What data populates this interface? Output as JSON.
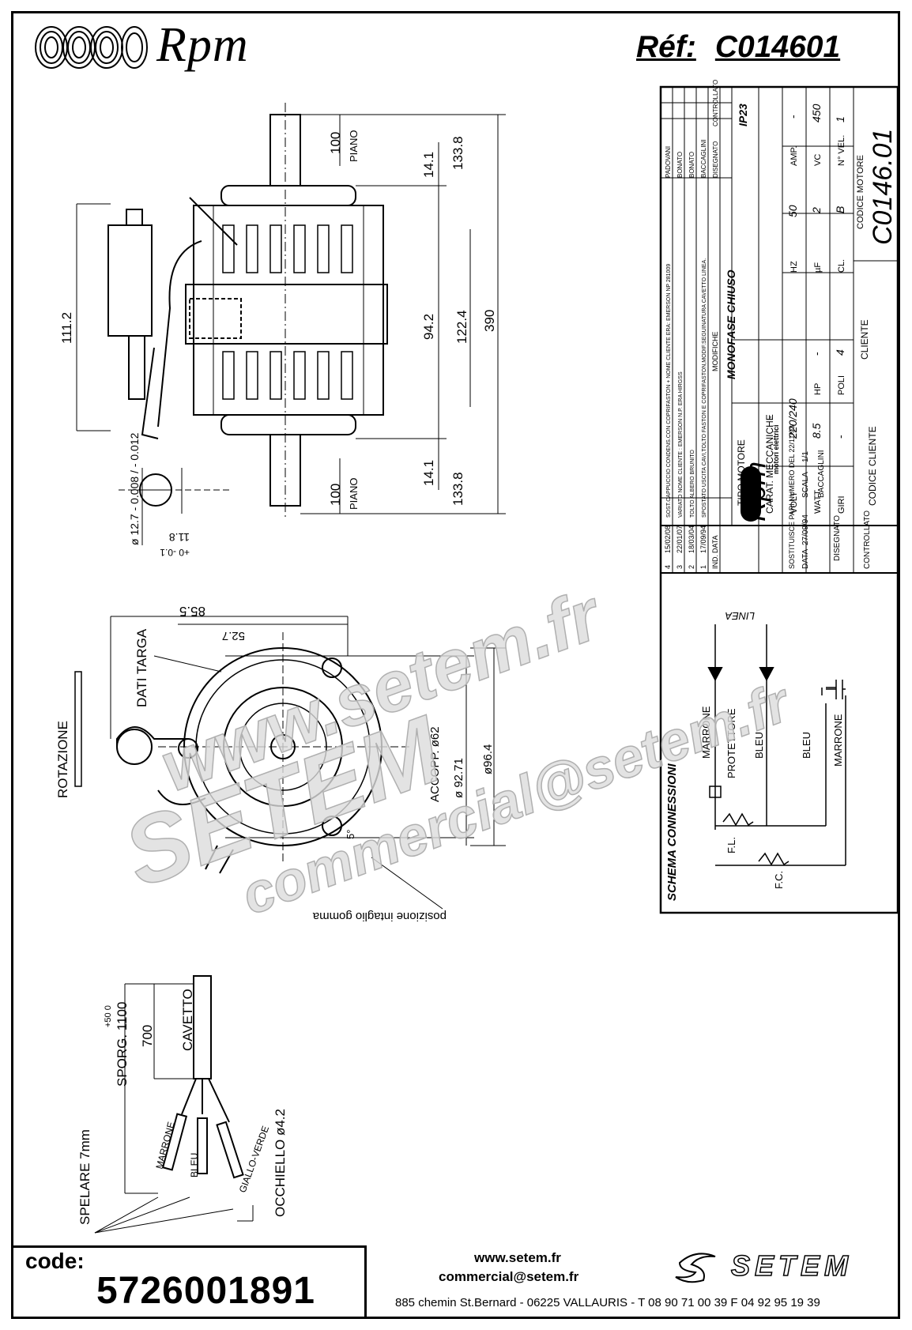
{
  "header": {
    "brand": "Rpm",
    "ref_label": "Réf:",
    "ref_value": "C014601"
  },
  "drawing": {
    "side_view": {
      "dims": [
        "100",
        "PIANO",
        "14.1",
        "133.8",
        "111.2",
        "94.2",
        "122.4",
        "390",
        "14.1",
        "133.8",
        "100",
        "PIANO"
      ],
      "shaft_dia": "ø 12.7 - 0.008 / - 0.012",
      "flat": "11.8",
      "flat_tol": "+0 -0.1"
    },
    "front_view": {
      "labels": {
        "rotation": "ROTAZIONE",
        "dati_targa": "DATI TARGA",
        "dim_85": "85.5",
        "dim_52": "52.7",
        "accopp": "ACCOPP. ø62",
        "d92": "ø 92.71",
        "d96": "ø96.4",
        "five": "5°",
        "gomma": "posizione intaglio gomma"
      }
    },
    "cable": {
      "labels": {
        "sporg": "SPORG. 1100",
        "sporg_tol": "+50 0",
        "d700": "700",
        "cavetto": "CAVETTO",
        "marrone": "MARRONE",
        "bleu": "BLEU",
        "giallo_verde": "GIALLO-VERDE",
        "occhiello": "OCCHIELLO ø4.2",
        "spelare": "SPELARE 7mm"
      }
    }
  },
  "title_block": {
    "revisions": [
      {
        "ind": "4",
        "date": "15/02/08",
        "desc": "SOST.CAPPUCCIO CONDENS.CON COPRIFASTON + NOME CLIENTE ERA: EMERSON NP 281009",
        "by": "PADOVANI"
      },
      {
        "ind": "3",
        "date": "22/01/07",
        "desc": "VARIATO NOME CLIENTE : EMERSON N.P. ERA HIRGSS",
        "by": "BONATO"
      },
      {
        "ind": "2",
        "date": "18/03/04",
        "desc": "TOLTO ALBERO BRUNITO",
        "by": "BONATO"
      },
      {
        "ind": "1",
        "date": "17/09/94",
        "desc": "SPOSTATO USCITA CAVI,TOLTO FASTON E COPRIFASTON,MODIF.SEGUINATURA CAVETTO LINEA.",
        "by": "BACCAGLINI"
      }
    ],
    "rev_header": {
      "ind": "IND.",
      "date": "DATA",
      "desc": "MODIFICHE",
      "dis": "DISEGNATO",
      "contr": "CONTROLLATO"
    },
    "tipo_motore_label": "TIPO MOTORE",
    "tipo_motore": "MONOFASE CHIUSO",
    "ip": "IP23",
    "carat_label": "CARAT. MECCANICHE",
    "carat_value": "-",
    "volt_label": "VOLT",
    "volt": "220/240",
    "hz_label": "HZ",
    "hz": "50",
    "amp_label": "AMP.",
    "amp": "-",
    "watt_label": "WATT",
    "watt": "8.5",
    "hp_label": "HP",
    "hp": "-",
    "uf_label": "µF",
    "uf": "2",
    "vc_label": "VC",
    "vc": "450",
    "giri_label": "GIRI",
    "giri": "-",
    "poli_label": "POLI",
    "poli": "4",
    "cl_label": "CL.",
    "cl": "B",
    "nvel_label": "N° VEL.",
    "nvel": "1",
    "cliente_label": "CLIENTE",
    "codice_motore_label": "CODICE MOTORE",
    "codice_motore": "C0146.01",
    "codice_cliente_label": "CODICE CLIENTE",
    "rpm_brand": "Rpm",
    "rpm_sub": "motori elettrici",
    "sostituisce": "SOSTITUISCE PARI NUMERO DEL 22/11/93",
    "data_label": "DATA",
    "data": "27/09/94",
    "scala_label": "SCALA",
    "scala": "1/1",
    "disegnato_label": "DISEGNATO",
    "disegnato": "BACCAGLINI",
    "controllato_label": "CONTROLLATO"
  },
  "schema": {
    "title": "SCHEMA CONNESSIONI",
    "linea": "LINEA",
    "marrone": "MARRONE",
    "protettore": "PROTETTORE",
    "bleu": "BLEU",
    "bleu2": "BLEU",
    "marrone2": "MARRONE",
    "fl": "F.L.",
    "fc": "F.C."
  },
  "watermark": {
    "line1": "www.setem.fr",
    "line2": "SETEM",
    "line3": "commercial@setem.fr"
  },
  "footer": {
    "code_label": "code:",
    "code_value": "5726001891",
    "website": "www.setem.fr",
    "email": "commercial@setem.fr",
    "address": "885 chemin St.Bernard  -  06225 VALLAURIS  -  T 08 90 71 00 39   F 04 92 95 19 39",
    "setem_logo": "SETEM"
  }
}
